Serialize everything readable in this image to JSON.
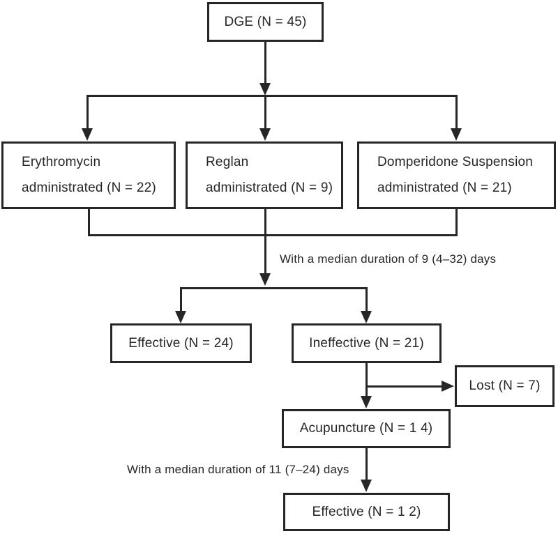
{
  "diagram": {
    "background_color": "#ffffff",
    "line_color": "#262626",
    "nodes": {
      "dge": {
        "label": "DGE (N = 45)"
      },
      "erythromycin": {
        "line1": "Erythromycin",
        "line2": "administrated (N = 22)"
      },
      "reglan": {
        "line1": "Reglan",
        "line2": "administrated (N = 9)"
      },
      "domperidone": {
        "line1": "Domperidone Suspension",
        "line2": "administrated (N = 21)"
      },
      "effective_first": {
        "label": "Effective (N = 24)"
      },
      "ineffective": {
        "label": "Ineffective (N = 21)"
      },
      "lost": {
        "label": "Lost (N = 7)"
      },
      "acupuncture": {
        "label": "Acupuncture (N = 1 4)"
      },
      "effective_final": {
        "label": "Effective (N = 1 2)"
      }
    },
    "annotations": {
      "duration_first": "With a median duration of 9 (4–32) days",
      "duration_second": "With a median duration of 11 (7–24) days"
    }
  }
}
